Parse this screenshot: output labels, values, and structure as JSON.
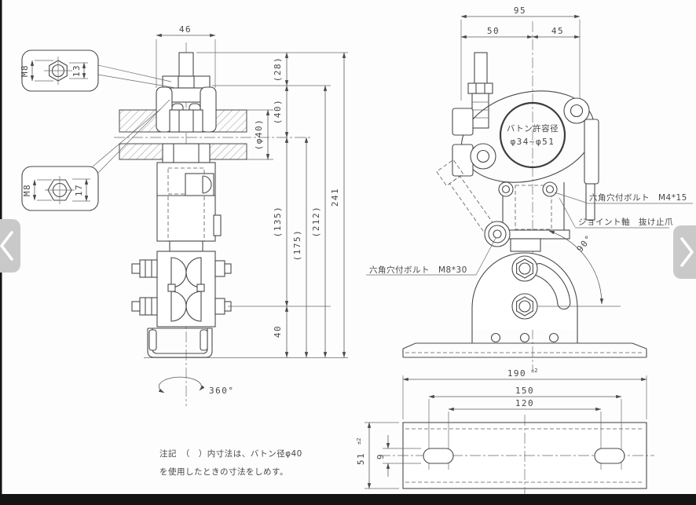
{
  "front_view": {
    "dim_top_width": "46",
    "dim_stud_protrusion": "(28)",
    "dim_jaw": "(40)",
    "dim_baton_dia": "(φ40)",
    "dim_135": "(135)",
    "dim_175": "(175)",
    "dim_212": "(212)",
    "dim_overall": "241",
    "dim_40": "40",
    "rotation_label": "360°",
    "callout_top": {
      "thread": "M8",
      "width": "13"
    },
    "callout_bottom": {
      "thread": "M8",
      "width": "17"
    }
  },
  "side_view": {
    "dim_total_width": "95",
    "dim_left": "50",
    "dim_right": "45",
    "baton_label_1": "バトン許容径",
    "baton_label_2": "φ34~φ51",
    "label_bolt_small": "六角穴付ボルト　M4*15",
    "label_joint": "ジョイント軸　抜け止爪",
    "label_bolt_large": "六角穴付ボルト　M8*30",
    "angle_label": "90°"
  },
  "bottom_view": {
    "dim_width": "190",
    "dim_width_tol": "±2",
    "dim_span_outer": "150",
    "dim_span_inner": "120",
    "dim_depth": "51",
    "dim_depth_tol": "±2",
    "dim_slot_width": "9"
  },
  "note": {
    "line1": "注記　（　）内寸法は、バトン径φ40",
    "line2": "を使用したときの寸法をしめす。"
  },
  "icons": {
    "prev": "chevron-left",
    "next": "chevron-right"
  }
}
